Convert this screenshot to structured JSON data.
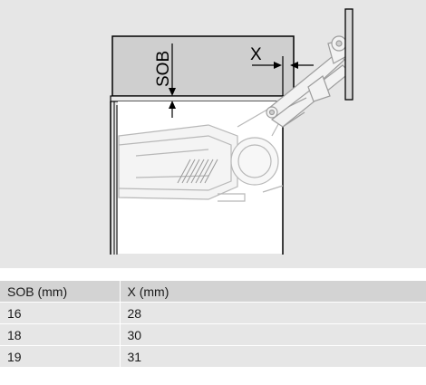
{
  "diagram": {
    "labels": {
      "sob": "SOB",
      "x": "X"
    }
  },
  "table": {
    "headers": [
      "SOB (mm)",
      "X (mm)"
    ],
    "rows": [
      [
        "16",
        "28"
      ],
      [
        "18",
        "30"
      ],
      [
        "19",
        "31"
      ]
    ]
  }
}
